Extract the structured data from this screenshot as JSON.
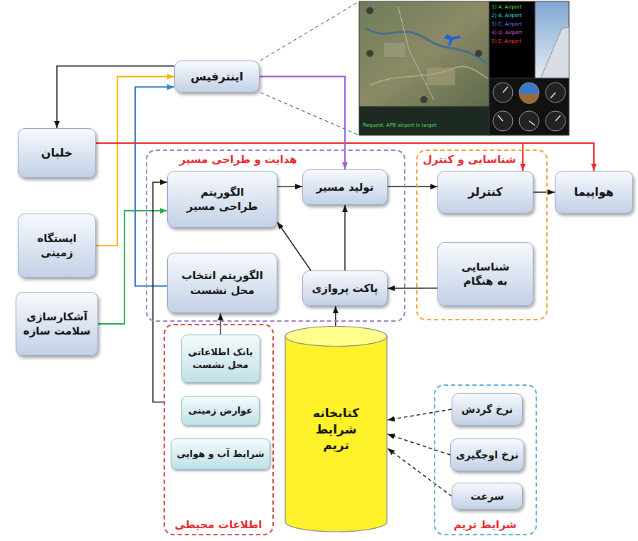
{
  "diagram": {
    "nodes": [
      {
        "text": [
          "اینترفیس"
        ]
      },
      {
        "text": [
          "خلبان"
        ]
      },
      {
        "text": [
          "ایستگاه زمینی"
        ]
      },
      {
        "text": [
          "آشکارسازی سلامت سازه"
        ]
      },
      {
        "text": [
          "هدایت و طراحی مسیر"
        ]
      },
      {
        "text": [
          "الگوریتم طراحی مسیر"
        ],
        "in": 4
      },
      {
        "text": [
          "تولید مسیر"
        ],
        "in": 4
      },
      {
        "text": [
          "الگوریتم انتخاب محل نشست"
        ],
        "in": 4
      },
      {
        "text": [
          "پاکت پروازی"
        ],
        "in": 4
      },
      {
        "text": [
          "شناسایی و کنترل"
        ]
      },
      {
        "text": [
          "کنترلر"
        ],
        "in": 9
      },
      {
        "text": [
          "شناسایی به هنگام"
        ],
        "in": 9
      },
      {
        "text": [
          "هواپیما"
        ]
      },
      {
        "text": [
          "اطلاعات محیطی"
        ]
      },
      {
        "text": [
          "بانک اطلاعاتی محل نشست"
        ],
        "in": 13
      },
      {
        "text": [
          "عوارض زمینی"
        ],
        "in": 13
      },
      {
        "text": [
          "شرایط آب و هوایی"
        ],
        "in": 13
      },
      {
        "text": [
          "کتابخانه شرایط تریم"
        ]
      },
      {
        "text": [
          "شرایط تریم"
        ]
      },
      {
        "text": [
          "نرخ گردش"
        ],
        "in": 18
      },
      {
        "text": [
          "نرخ اوجگیری"
        ],
        "in": 18
      },
      {
        "text": [
          "سرعت"
        ],
        "in": 18
      }
    ],
    "edges": [
      {
        "from": 0,
        "to": 1,
        "arrow": "to"
      },
      {
        "from": 2,
        "to": 0,
        "arrow": "to"
      },
      {
        "from": 3,
        "to": 5,
        "arrow": "to"
      },
      {
        "from": 7,
        "to": 0,
        "arrow": "to"
      },
      {
        "from": 1,
        "to": 12,
        "arrow": "to"
      },
      {
        "from": 1,
        "to": 10,
        "arrow": "to"
      },
      {
        "from": 0,
        "to": 6,
        "arrow": "to"
      },
      {
        "from": 5,
        "to": 6,
        "arrow": "to"
      },
      {
        "from": 6,
        "to": 10,
        "arrow": "to"
      },
      {
        "from": 10,
        "to": 12,
        "arrow": "to"
      },
      {
        "from": 11,
        "to": 8,
        "arrow": "to"
      },
      {
        "from": 8,
        "to": 6,
        "arrow": "to"
      },
      {
        "from": 8,
        "to": 5,
        "arrow": "to"
      },
      {
        "from": 17,
        "to": 8,
        "arrow": "to"
      },
      {
        "from": 14,
        "to": 7,
        "arrow": "to"
      },
      {
        "from": 13,
        "to": 5,
        "arrow": "to"
      },
      {
        "from": 19,
        "to": 17,
        "arrow": "to"
      },
      {
        "from": 20,
        "to": 17,
        "arrow": "to"
      },
      {
        "from": 21,
        "to": 17,
        "arrow": "to"
      }
    ],
    "labels": [
      "1) A. Airport",
      "2) B. Airport",
      "3) C. Airport",
      "4) D. Airport",
      "5) E. Airport",
      "Request: APB airport is target"
    ]
  }
}
